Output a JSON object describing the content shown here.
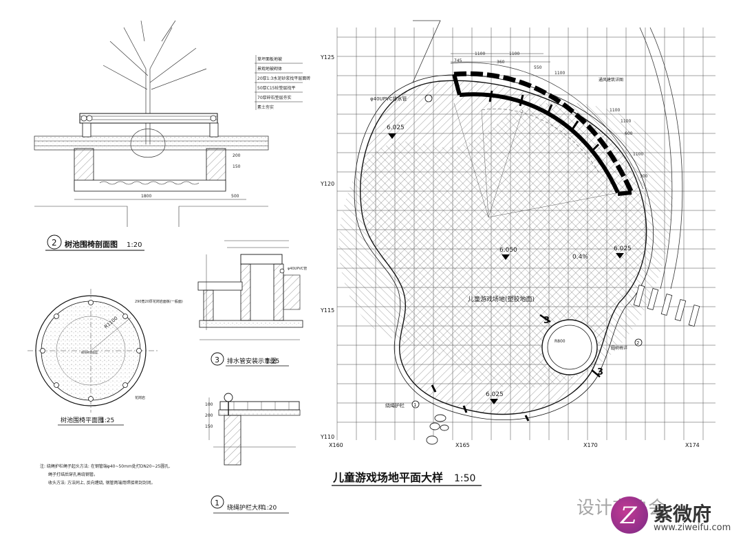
{
  "plan": {
    "title": "儿童游戏场地平面大样",
    "scale": "1:50",
    "area_label": "儿童游戏场地(塑胶地面)",
    "pipe_note": "φ40UPVC排水管",
    "vent_note": "通风建筑详图",
    "rope_note": "绕绳护栏",
    "tree_note": "圆树椅详",
    "section_marks": [
      "3",
      "3"
    ],
    "callouts": [
      "2",
      "1"
    ],
    "elevations": [
      "6.025",
      "6.050",
      "6.025",
      "6.025"
    ],
    "slope": "0.4%",
    "radius": "R800",
    "grid_y": [
      "Y125",
      "Y120",
      "Y115",
      "Y110"
    ],
    "grid_x": [
      "X160",
      "X165",
      "X170",
      "X174"
    ],
    "dims_top": [
      "1100",
      "1100",
      "745",
      "360",
      "550",
      "1100"
    ],
    "dims_right": [
      "1100",
      "1100",
      "600",
      "1100",
      "300"
    ]
  },
  "detail2": {
    "number": "2",
    "title": "树池围椅剖面图",
    "scale": "1:20",
    "layers": [
      "草坪面板地被",
      "景观地被砌体",
      "20厚1:3水泥砂浆找平层面砖",
      "50厚C15砼垫层找平",
      "70厚碎石垫层夯实",
      "素土夯实"
    ],
    "dims": [
      "1800",
      "500",
      "200",
      "150"
    ]
  },
  "detail_plan": {
    "title": "树池围椅平面图",
    "scale": "1:25",
    "radius": "R1100",
    "note1": "290宽20厚花岗岩面板(一般面)",
    "note2": "花岗岩",
    "center_note": "砌块砖墙面层"
  },
  "detail3": {
    "number": "3",
    "title": "排水管安装示意图",
    "scale": "1:25",
    "pipe": "φ40UPVC管"
  },
  "detail1": {
    "number": "1",
    "title": "绕绳护栏大样",
    "scale": "1:20",
    "dims": [
      "100",
      "200",
      "150"
    ]
  },
  "notes": {
    "line1": "注: 绕绳护栏绳子起头方法: 在钢管端φ40~50mm处打DN20~25圆孔,",
    "line2": "绳子打结后穿孔再绕钢管。",
    "line3": "收头方法: 方法同上, 反向缠绕, 钢管两端用焊接密封封闭。"
  },
  "watermark": {
    "wechat": "设计有鲁会",
    "site_cn": "紫微府",
    "site_url": "www.ziweifu.com",
    "logo_letter": "Z"
  }
}
